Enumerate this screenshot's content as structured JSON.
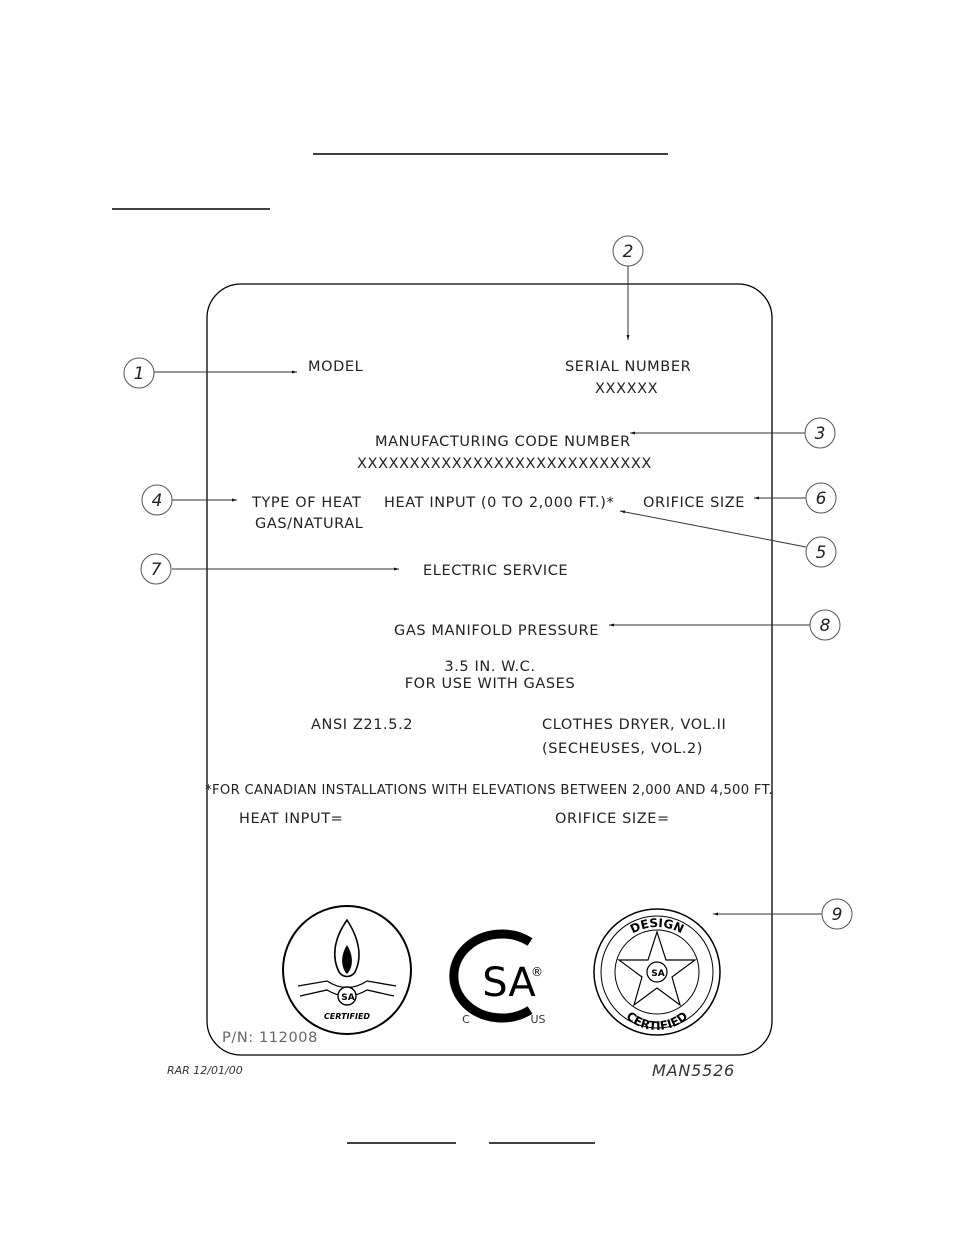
{
  "plate": {
    "model_label": "MODEL",
    "serial_label": "SERIAL NUMBER",
    "serial_value": "XXXXXX",
    "mfg_code_label": "MANUFACTURING CODE NUMBER",
    "mfg_code_value": "XXXXXXXXXXXXXXXXXXXXXXXXXXXX",
    "type_of_heat_label": "TYPE OF HEAT",
    "type_of_heat_value": "GAS/NATURAL",
    "heat_input_label": "HEAT INPUT (0 TO 2,000 FT.)*",
    "orifice_size_label": "ORIFICE SIZE",
    "electric_service_label": "ELECTRIC SERVICE",
    "gas_manifold_label": "GAS MANIFOLD PRESSURE",
    "pressure_value": "3.5 IN. W.C.",
    "gases_label": "FOR USE WITH GASES",
    "ansi_label": "ANSI Z21.5.2",
    "dryer_label": "CLOTHES DRYER, VOL.II",
    "secheuses_label": "(SECHEUSES, VOL.2)",
    "canadian_note": "*FOR CANADIAN INSTALLATIONS WITH ELEVATIONS BETWEEN 2,000 AND 4,500 FT.",
    "heat_input_eq": "HEAT INPUT=",
    "orifice_size_eq": "ORIFICE SIZE=",
    "part_number": "P/N: 112008"
  },
  "logos": {
    "flame_badge_text": "CERTIFIED",
    "flame_badge_inner": "SA",
    "csa_text": "SA",
    "csa_registered": "®",
    "csa_c": "C",
    "csa_us": "US",
    "design_top": "DESIGN",
    "design_bottom": "CERTIFIED",
    "design_inner": "SA"
  },
  "callouts": [
    "1",
    "2",
    "3",
    "4",
    "5",
    "6",
    "7",
    "8",
    "9"
  ],
  "footer": {
    "drafter": "RAR 12/01/00",
    "drawing_number": "MAN5526"
  }
}
